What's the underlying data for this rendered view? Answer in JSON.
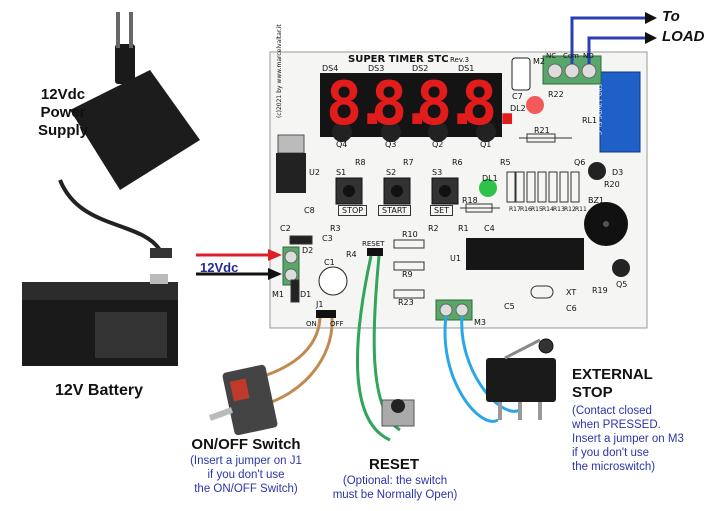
{
  "load": {
    "line1": "To",
    "line2": "LOAD"
  },
  "power_supply": {
    "line1": "12Vdc",
    "line2": "Power",
    "line3": "Supply"
  },
  "battery_label": "12V Battery",
  "input_voltage": "12Vdc",
  "onoff": {
    "title": "ON/OFF Switch",
    "note1": "(Insert a jumper on J1",
    "note2": "if you don't use",
    "note3": "the ON/OFF Switch)"
  },
  "reset": {
    "title": "RESET",
    "note1": "(Optional: the switch",
    "note2": "must be Normally Open)"
  },
  "external_stop": {
    "title1": "EXTERNAL",
    "title2": "STOP",
    "note1": "(Contact closed",
    "note2": "when PRESSED.",
    "note3": "Insert a jumper on M3",
    "note4": "if you don't use",
    "note5": "the microswitch)"
  },
  "pcb": {
    "title": "SUPER TIMER STC",
    "rev": "Rev.3",
    "copyright": "(c)2021 by www.marcelvaltar.it",
    "displays": [
      "DS4",
      "DS3",
      "DS2",
      "DS1"
    ],
    "digits": [
      "8.",
      "8.",
      "8.",
      "8."
    ],
    "buttons": [
      {
        "ref": "S1",
        "label": "STOP"
      },
      {
        "ref": "S2",
        "label": "START"
      },
      {
        "ref": "S3",
        "label": "SET"
      }
    ],
    "transistors": [
      "Q4",
      "Q3",
      "Q2",
      "Q1"
    ],
    "parts": {
      "m2": "M2",
      "m2_terms": [
        "NC",
        "Com",
        "NO"
      ],
      "c7": "C7",
      "dl2": "DL2",
      "r22": "R22",
      "rl1": "RL1",
      "r21": "R21",
      "q6": "Q6",
      "d3": "D3",
      "r20": "R20",
      "bz1": "BZ1",
      "u2": "U2",
      "c8": "C8",
      "r8": "R8",
      "r7": "R7",
      "r6": "R6",
      "r5": "R5",
      "dl1": "DL1",
      "r18": "R18",
      "r3": "R3",
      "c2": "C2",
      "d2": "D2",
      "c3": "C3",
      "r4": "R4",
      "c1": "C1",
      "reset": "RESET",
      "r10": "R10",
      "r9": "R9",
      "r2": "R2",
      "r1": "R1",
      "c4": "C4",
      "u1": "U1",
      "m1": "M1",
      "d1": "D1",
      "j1": "J1",
      "on": "ON",
      "off": "OFF",
      "r23": "R23",
      "m3": "M3",
      "c5": "C5",
      "xt": "XT",
      "c6": "C6",
      "r19": "R19",
      "q5": "Q5",
      "r17to11": [
        "R17",
        "R16",
        "R15",
        "R14",
        "R13",
        "R12",
        "R11"
      ]
    },
    "relay_text": "SRD-12VDC-SL-C"
  }
}
